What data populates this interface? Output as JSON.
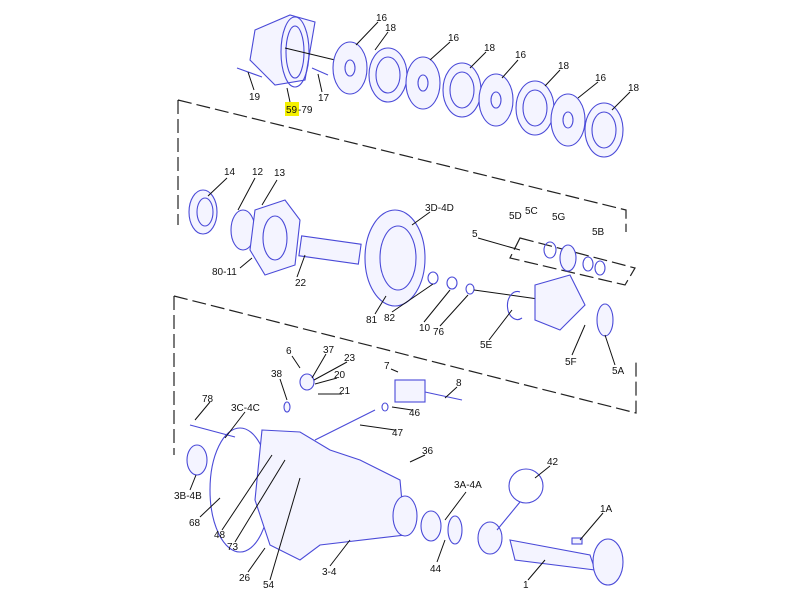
{
  "diagram": {
    "highlight_color": "#f4f000",
    "line_color": "#4a4ad8",
    "highlighted_label": "59",
    "labels": {
      "p16a": "16",
      "p18a": "18",
      "p16b": "16",
      "p18b": "18",
      "p16c": "16",
      "p18c": "18",
      "p16d": "16",
      "p18d": "18",
      "p19": "19",
      "p59": "59",
      "p59suffix": "-79",
      "p17": "17",
      "p14": "14",
      "p12": "12",
      "p13": "13",
      "p3D4D": "3D-4D",
      "p5D": "5D",
      "p5C": "5C",
      "p5G": "5G",
      "p5B": "5B",
      "p5": "5",
      "p8011": "80-11",
      "p22": "22",
      "p81": "81",
      "p82": "82",
      "p10": "10",
      "p76": "76",
      "p5E": "5E",
      "p5F": "5F",
      "p5A": "5A",
      "p6": "6",
      "p37": "37",
      "p23": "23",
      "p20": "20",
      "p21": "21",
      "p38": "38",
      "p7": "7",
      "p8": "8",
      "p46": "46",
      "p47": "47",
      "p78": "78",
      "p3C4C": "3C-4C",
      "p36": "36",
      "p42": "42",
      "p3A4A": "3A-4A",
      "p1A": "1A",
      "p3B4B": "3B-4B",
      "p68": "68",
      "p48": "48",
      "p73": "73",
      "p26": "26",
      "p54": "54",
      "p34": "3-4",
      "p44": "44",
      "p1": "1"
    }
  }
}
